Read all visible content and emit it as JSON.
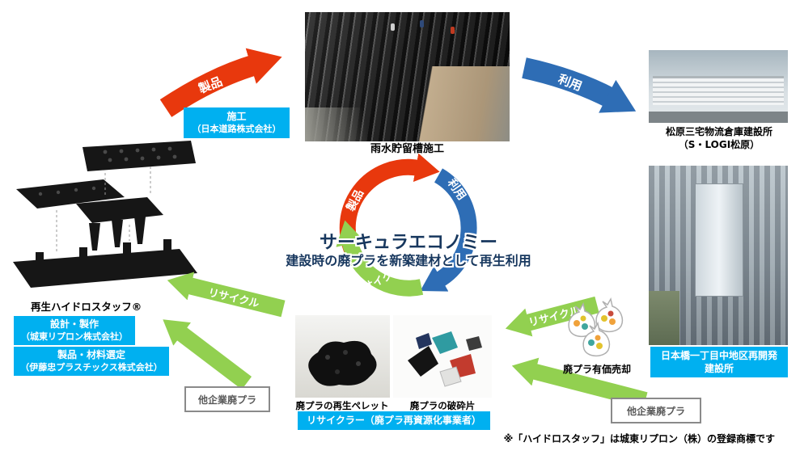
{
  "colors": {
    "product_red": "#e8380d",
    "use_blue": "#2e6db5",
    "recycle_green": "#92d050",
    "label_cyan": "#00b0f0",
    "title_navy": "#17375e",
    "gray_box_text": "#595959"
  },
  "center": {
    "title": "サーキュラエコノミー",
    "subtitle": "建設時の廃プラを新築建材として再生利用",
    "ring": {
      "product": "製品",
      "use": "利用",
      "recycle": "リサイクル"
    }
  },
  "arrows": {
    "product": "製品",
    "use": "利用",
    "recycle_left": "リサイクル",
    "recycle_right": "リサイクル"
  },
  "top": {
    "rainwater_caption": "雨水貯留槽施工",
    "construction_box": {
      "line1": "施工",
      "line2": "（日本道路株式会社）"
    }
  },
  "right": {
    "warehouse_caption": {
      "line1": "松原三宅物流倉庫建設所",
      "line2": "（S・LOGI松原）"
    },
    "nihonbashi_box": {
      "line1": "日本橋一丁目中地区再開発",
      "line2": "建設所"
    }
  },
  "left": {
    "product_caption": "再生ハイドロスタッフ®",
    "design_box": {
      "line1": "設計・製作",
      "line2": "（城東リプロン株式会社）"
    },
    "material_box": {
      "line1": "製品・材料選定",
      "line2": "（伊藤忠プラスチックス株式会社）"
    },
    "other_company_box": "他企業廃プラ"
  },
  "bottom": {
    "pellet_caption": "廃プラの再生ペレット",
    "shards_caption": "廃プラの破砕片",
    "recycler_box": "リサイクラー（廃プラ再資源化事業者）",
    "waste_sale_caption": "廃プラ有価売却",
    "other_company_box": "他企業廃プラ"
  },
  "footnote": "※「ハイドロスタッフ」は城東リプロン（株）の登録商標です"
}
